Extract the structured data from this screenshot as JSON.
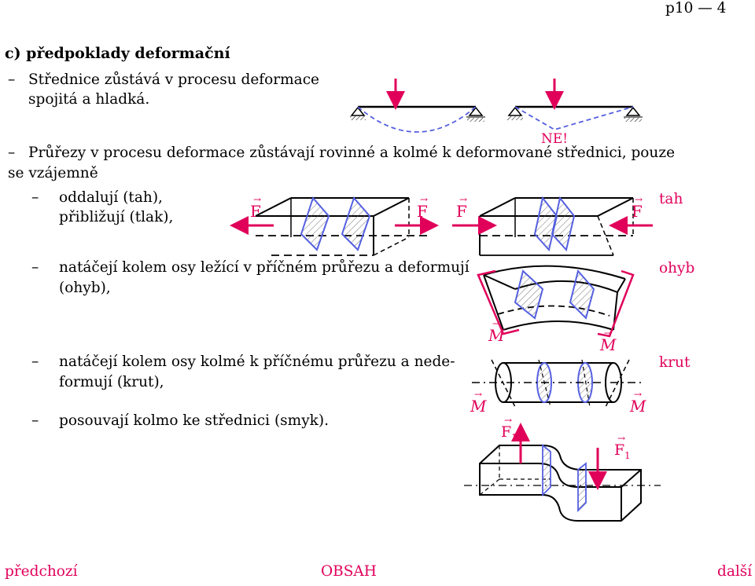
{
  "page_label": "p10 — 4",
  "section_heading": "c) předpoklady deformační",
  "items": {
    "dash": "–",
    "strednice_line1": "Střednice zůstává v procesu deformace",
    "strednice_line2": "spojitá a hladká.",
    "ne_label": "NE!",
    "prurezy_line1": "Průřezy v procesu deformace zůstávají rovinné a kolmé k deformované střednici, pouze",
    "prurezy_line2": "se vzájemně",
    "oddaluji": "oddalují (tah),",
    "priblizuji": "přibližují (tlak),",
    "natacejí_ohyb_line1": "natáčejí kolem osy ležící v příčném průřezu a deformují",
    "natacejí_ohyb_line2": "(ohyb),",
    "natacejí_krut_line1": "natáčejí kolem osy kolmé k příčnému průřezu a nede-",
    "natacejí_krut_line2": "formují (krut),",
    "posouvaji": "posouvají kolmo ke střednici (smyk)."
  },
  "side_labels": {
    "tah": "tah",
    "ohyb": "ohyb",
    "krut": "krut"
  },
  "symbols": {
    "force": "F",
    "force_sub": "1",
    "moment": "M"
  },
  "navigation": {
    "prev": "předchozí",
    "contents": "OBSAH",
    "next": "další"
  },
  "colors": {
    "accent": "#e0005a",
    "section_blue": "#5560e0"
  }
}
